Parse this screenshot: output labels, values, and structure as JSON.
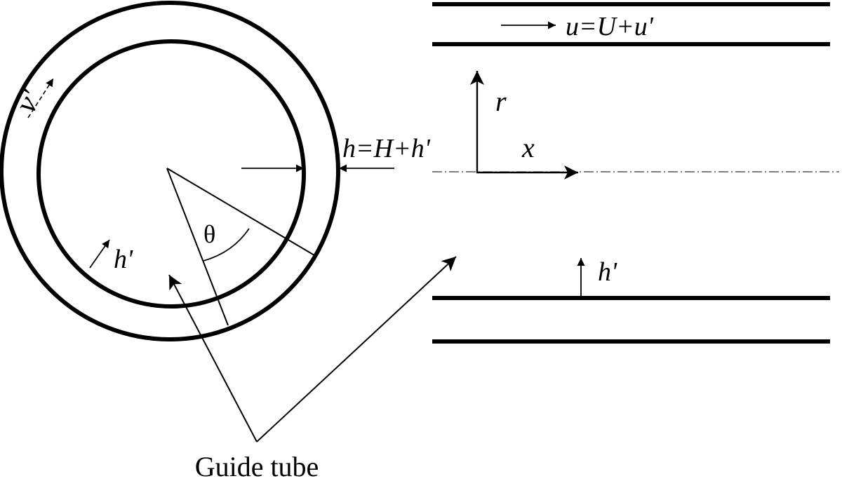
{
  "labels": {
    "v_prime": "v'",
    "h_prime_circle": "h'",
    "theta": "θ",
    "gap": "h=H+h'",
    "r": "r",
    "x": "x",
    "u": "u=U+u'",
    "h_prime_channel": "h'",
    "guide_tube": "Guide tube"
  },
  "colors": {
    "stroke": "#000000",
    "background": "#ffffff"
  }
}
